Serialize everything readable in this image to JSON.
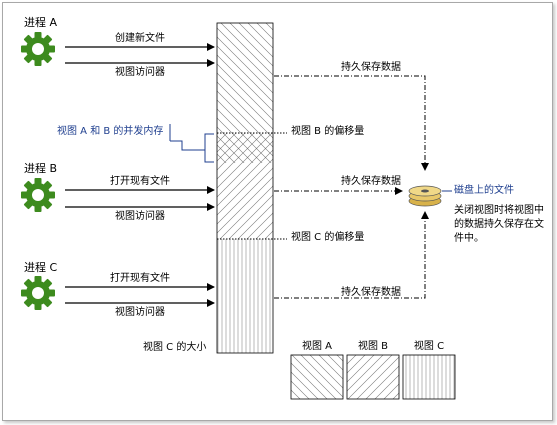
{
  "processes": [
    {
      "label": "进程 A",
      "arrow_top": "创建新文件",
      "arrow_bottom": "视图访问器"
    },
    {
      "label": "进程 B",
      "arrow_top": "打开现有文件",
      "arrow_bottom": "视图访问器"
    },
    {
      "label": "进程 C",
      "arrow_top": "打开现有文件",
      "arrow_bottom": "视图访问器"
    }
  ],
  "labels": {
    "concurrent_memory": "视图 A 和 B 的并发内存",
    "offset_b": "视图 B 的偏移量",
    "offset_c": "视图 C 的偏移量",
    "size_c": "视图 C 的大小",
    "persist": "持久保存数据",
    "disk": "磁盘上的文件",
    "close_note_line1": "关闭视图时将视图中",
    "close_note_line2": "的数据持久保存在文",
    "close_note_line3": "件中。"
  },
  "legend": [
    "视图 A",
    "视图 B",
    "视图 C"
  ],
  "colors": {
    "gear": "#3d8b1e",
    "blue_text": "#1f3f8f",
    "disk": "#d8b24a"
  },
  "icons": {
    "process": "gear-icon",
    "storage": "disk-icon"
  }
}
